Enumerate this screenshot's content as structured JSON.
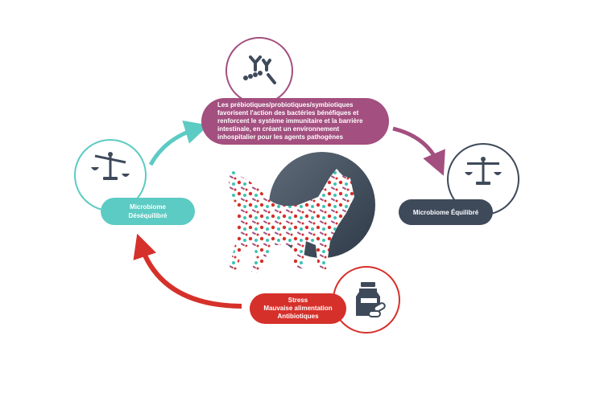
{
  "top_node": {
    "icon": "bacteria-antibody-icon",
    "text": "Les prébiotiques/probiotiques/symbiotiques favorisent l'action des bactéries bénéfiques et renforcent le système immunitaire et la barrière intestinale, en créant un environnement inhospitalier pour les agents pathogènes",
    "color": "#a34f7f"
  },
  "left_node": {
    "icon": "unbalanced-scale-icon",
    "line1": "Microbiome",
    "line2": "Déséquilibré",
    "color": "#5ccbc3"
  },
  "right_node": {
    "icon": "balanced-scale-icon",
    "label": "Microbiome Équilibré",
    "color": "#3e4a5a"
  },
  "bottom_node": {
    "icon": "medicine-bottle-icon",
    "line1": "Stress",
    "line2": "Mauvaise alimentation",
    "line3": "Antibiotiques",
    "color": "#d6302a"
  }
}
